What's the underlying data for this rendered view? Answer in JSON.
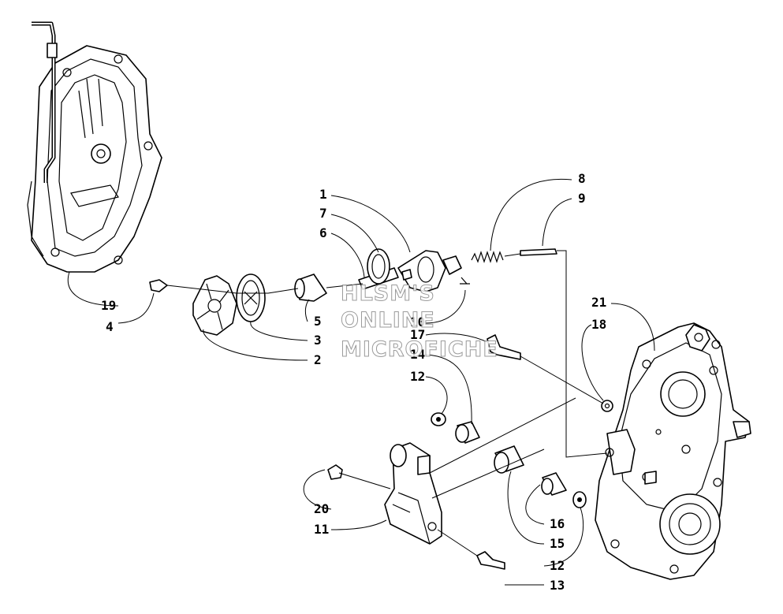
{
  "diagram": {
    "watermark_lines": [
      "HLSM'S",
      "ONLINE",
      "MICROFICHE"
    ],
    "callouts": [
      "1",
      "2",
      "3",
      "4",
      "5",
      "6",
      "7",
      "8",
      "9",
      "10",
      "11",
      "12",
      "12",
      "13",
      "14",
      "15",
      "16",
      "17",
      "18",
      "19",
      "20",
      "21"
    ]
  }
}
